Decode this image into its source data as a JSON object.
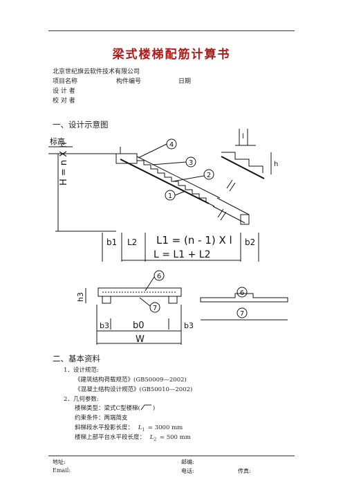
{
  "document": {
    "title": "梁式楼梯配筋计算书",
    "company": "北京世纪旗云软件技术有限公司",
    "project_label": "项目名称",
    "component_label": "构件编号",
    "date_label": "日期",
    "designer_label": "设 计 者",
    "checker_label": "校 对 者"
  },
  "section1": {
    "heading": "一、设计示意图"
  },
  "diagram1": {
    "elevation_label": "标高",
    "height_label": "H = n X h",
    "b1": "b1",
    "l2": "L2",
    "l1_formula": "L1 = (n - 1) X l",
    "b2": "b2",
    "l_formula": "L = L1 + L2",
    "marker_1": "1",
    "marker_2": "2",
    "marker_3": "3",
    "marker_4": "4",
    "detail_h": "h",
    "detail_l": "l"
  },
  "diagram2": {
    "h3": "h3",
    "marker_6": "6",
    "marker_7": "7",
    "b3_left": "b3",
    "b0": "b0",
    "b3_right": "b3",
    "w": "W"
  },
  "section2": {
    "heading": "二、基本资料",
    "item1": "1．设计规范:",
    "code1": "《建筑结构荷载规范》(GB50009—2002)",
    "code2": "《混凝土结构设计规范》(GB50010—2002)",
    "item2": "2．几何参数:",
    "stair_type": "楼梯类型：梁式C型楼梯(",
    "stair_type_close": ")",
    "constraint": "约束条件：两端简支",
    "l1_label": "斜梯段水平投影长度：",
    "l1_symbol": "L",
    "l1_sub": "1",
    "l1_value": "= 3000 mm",
    "l2_label": "楼梯上部平台水平段长度：",
    "l2_symbol": "L",
    "l2_sub": "2",
    "l2_value": "= 500 mm"
  },
  "footer": {
    "address": "地址:",
    "postcode": "邮编:",
    "email": "Email:",
    "phone": "电话:",
    "fax": "传真:"
  }
}
